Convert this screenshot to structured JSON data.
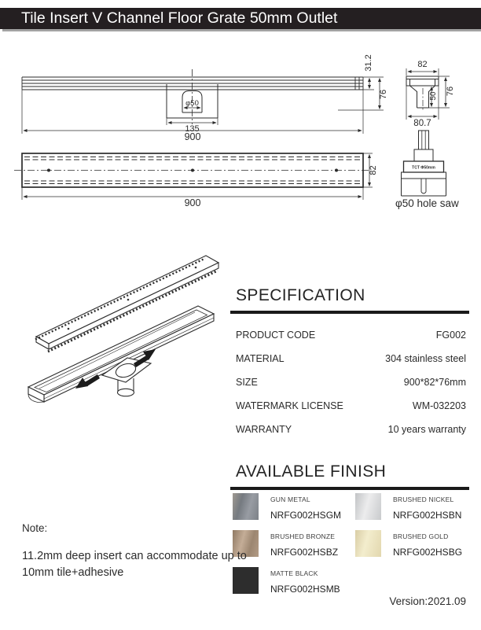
{
  "header": {
    "title": "Tile Insert V Channel Floor Grate 50mm Outlet"
  },
  "drawings": {
    "side_view": {
      "dim_insert_height": "31.2",
      "dim_total_height": "76",
      "dim_outlet": "φ50",
      "dim_flange_width": "135",
      "dim_length": "900"
    },
    "top_view": {
      "dim_width": "82",
      "dim_length": "900"
    },
    "end_view": {
      "dim_top_width": "82",
      "dim_outlet_depth": "50",
      "dim_height": "76",
      "dim_bottom_width": "80.7"
    },
    "hole_saw": {
      "stamp": "TCT Φ50mm",
      "label": "φ50 hole saw"
    }
  },
  "specification": {
    "heading": "SPECIFICATION",
    "rows": [
      {
        "label": "PRODUCT CODE",
        "value": "FG002"
      },
      {
        "label": "MATERIAL",
        "value": "304 stainless steel"
      },
      {
        "label": "SIZE",
        "value": "900*82*76mm"
      },
      {
        "label": "WATERMARK LICENSE",
        "value": "WM-032203"
      },
      {
        "label": "WARRANTY",
        "value": "10 years warranty"
      }
    ]
  },
  "finish": {
    "heading": "AVAILABLE FINISH",
    "items": [
      {
        "label": "GUN METAL",
        "code": "NRFG002HSGM",
        "colors": [
          "#a09a92 0%",
          "#757a80 32%",
          "#989ca3 63%",
          "#7c8187 100%"
        ]
      },
      {
        "label": "BRUSHED NICKEL",
        "code": "NRFG002HSBN",
        "colors": [
          "#c2c4c6 0%",
          "#ececed 45%",
          "#c8cacc 100%"
        ]
      },
      {
        "label": "BRUSHED BRONZE",
        "code": "NRFG002HSBZ",
        "colors": [
          "#8f7963 0%",
          "#c4ad97 38%",
          "#9c8670 68%",
          "#b29b85 100%"
        ]
      },
      {
        "label": "BRUSHED GOLD",
        "code": "NRFG002HSBG",
        "colors": [
          "#d9cda5 0%",
          "#f3edcd 42%",
          "#e2d7ae 100%"
        ]
      },
      {
        "label": "MATTE BLACK",
        "code": "NRFG002HSMB",
        "colors": [
          "#2d2d2d"
        ]
      }
    ]
  },
  "note": {
    "title": "Note:",
    "body": "11.2mm deep insert can accommodate up to 10mm tile+adhesive"
  },
  "version": "Version:2021.09"
}
